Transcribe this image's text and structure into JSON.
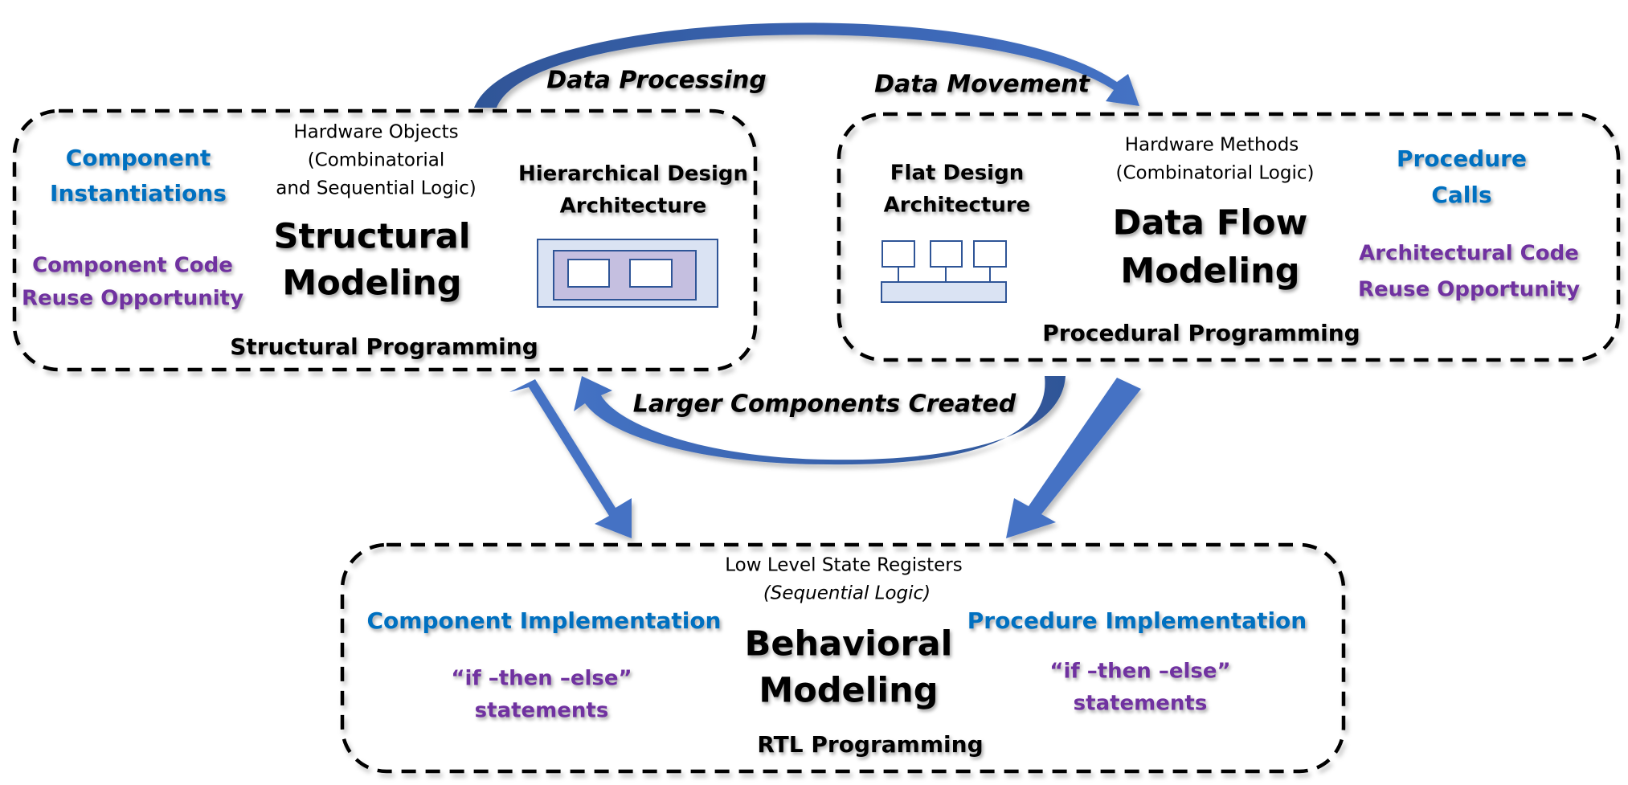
{
  "colors": {
    "accent_blue": "#0070C0",
    "accent_purple": "#7030A0",
    "arrow_blue": "#4472C4",
    "arrow_dark_blue": "#2F5597",
    "icon_outline": "#2F5597",
    "icon_fill_light": "#DAE3F3",
    "icon_fill_purple": "#C5BFE0"
  },
  "arrows": {
    "top_arc": {
      "label": "Data Processing",
      "label2": "Data Movement",
      "from": "structural-modeling",
      "to": "data-flow-modeling"
    },
    "bottom_arc": {
      "label": "Larger Components Created",
      "from": "data-flow-modeling",
      "to": "structural-modeling"
    },
    "left_down": {
      "from": "structural-modeling",
      "to": "behavioral-modeling"
    },
    "right_down": {
      "from": "data-flow-modeling",
      "to": "behavioral-modeling"
    }
  },
  "structural": {
    "subtitle_lines": [
      "Hardware Objects",
      "(Combinatorial",
      "and Sequential Logic)"
    ],
    "title_lines": [
      "Structural",
      "Modeling"
    ],
    "blue_lines": [
      "Component",
      "Instantiations"
    ],
    "purple_lines": [
      "Component Code",
      "Reuse Opportunity"
    ],
    "architecture_lines": [
      "Hierarchical Design",
      "Architecture"
    ],
    "architecture_icon": "hierarchical-blocks-icon",
    "footer": "Structural Programming"
  },
  "dataflow": {
    "subtitle_lines": [
      "Hardware Methods",
      "(Combinatorial Logic)"
    ],
    "title_lines": [
      "Data Flow",
      "Modeling"
    ],
    "blue_lines": [
      "Procedure",
      "Calls"
    ],
    "purple_lines": [
      "Architectural Code",
      "Reuse Opportunity"
    ],
    "architecture_lines": [
      "Flat Design",
      "Architecture"
    ],
    "architecture_icon": "flat-bus-blocks-icon",
    "footer": "Procedural Programming"
  },
  "behavioral": {
    "subtitle_lines": [
      "Low Level State Registers",
      "(Sequential Logic)"
    ],
    "title_lines": [
      "Behavioral",
      "Modeling"
    ],
    "left_blue": "Component Implementation",
    "left_purple_lines": [
      "“if –then –else”",
      "statements"
    ],
    "right_blue": "Procedure Implementation",
    "right_purple_lines": [
      "“if –then –else”",
      "statements"
    ],
    "footer": "RTL Programming"
  }
}
